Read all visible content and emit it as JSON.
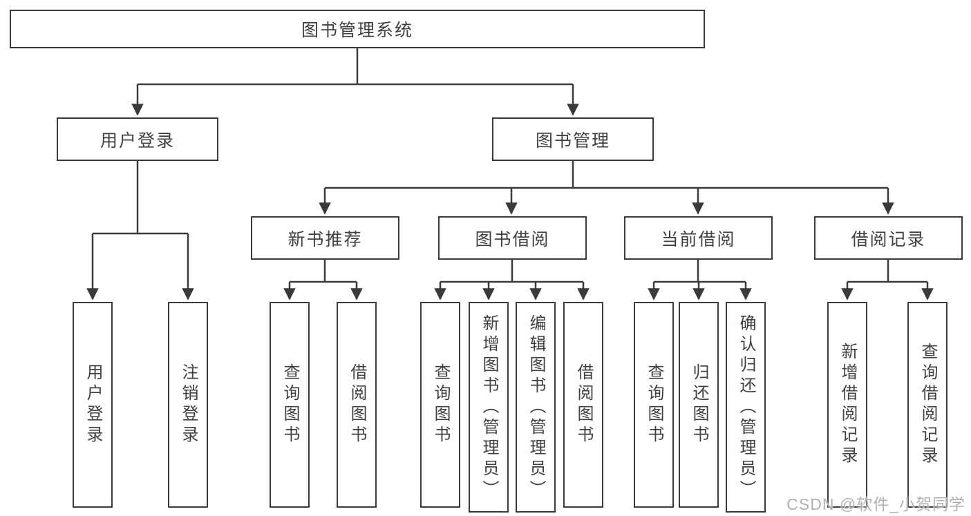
{
  "diagram": {
    "title": "图书管理系统",
    "branches": [
      {
        "label": "用户登录",
        "children": [
          "用户登录",
          "注销登录"
        ]
      },
      {
        "label": "图书管理",
        "sections": [
          {
            "label": "新书推荐",
            "children": [
              "查询图书",
              "借阅图书"
            ]
          },
          {
            "label": "图书借阅",
            "children": [
              "查询图书",
              "新增图书（管理员）",
              "编辑图书（管理员）",
              "借阅图书"
            ]
          },
          {
            "label": "当前借阅",
            "children": [
              "查询图书",
              "归还图书",
              "确认归还（管理员）"
            ]
          },
          {
            "label": "借阅记录",
            "children": [
              "新增借阅记录",
              "查询借阅记录"
            ]
          }
        ]
      }
    ]
  },
  "watermark": "CSDN @软件_小贺同学",
  "colors": {
    "line": "#3a3a3a",
    "text": "#404040",
    "watermark": "#b0b0b0"
  }
}
